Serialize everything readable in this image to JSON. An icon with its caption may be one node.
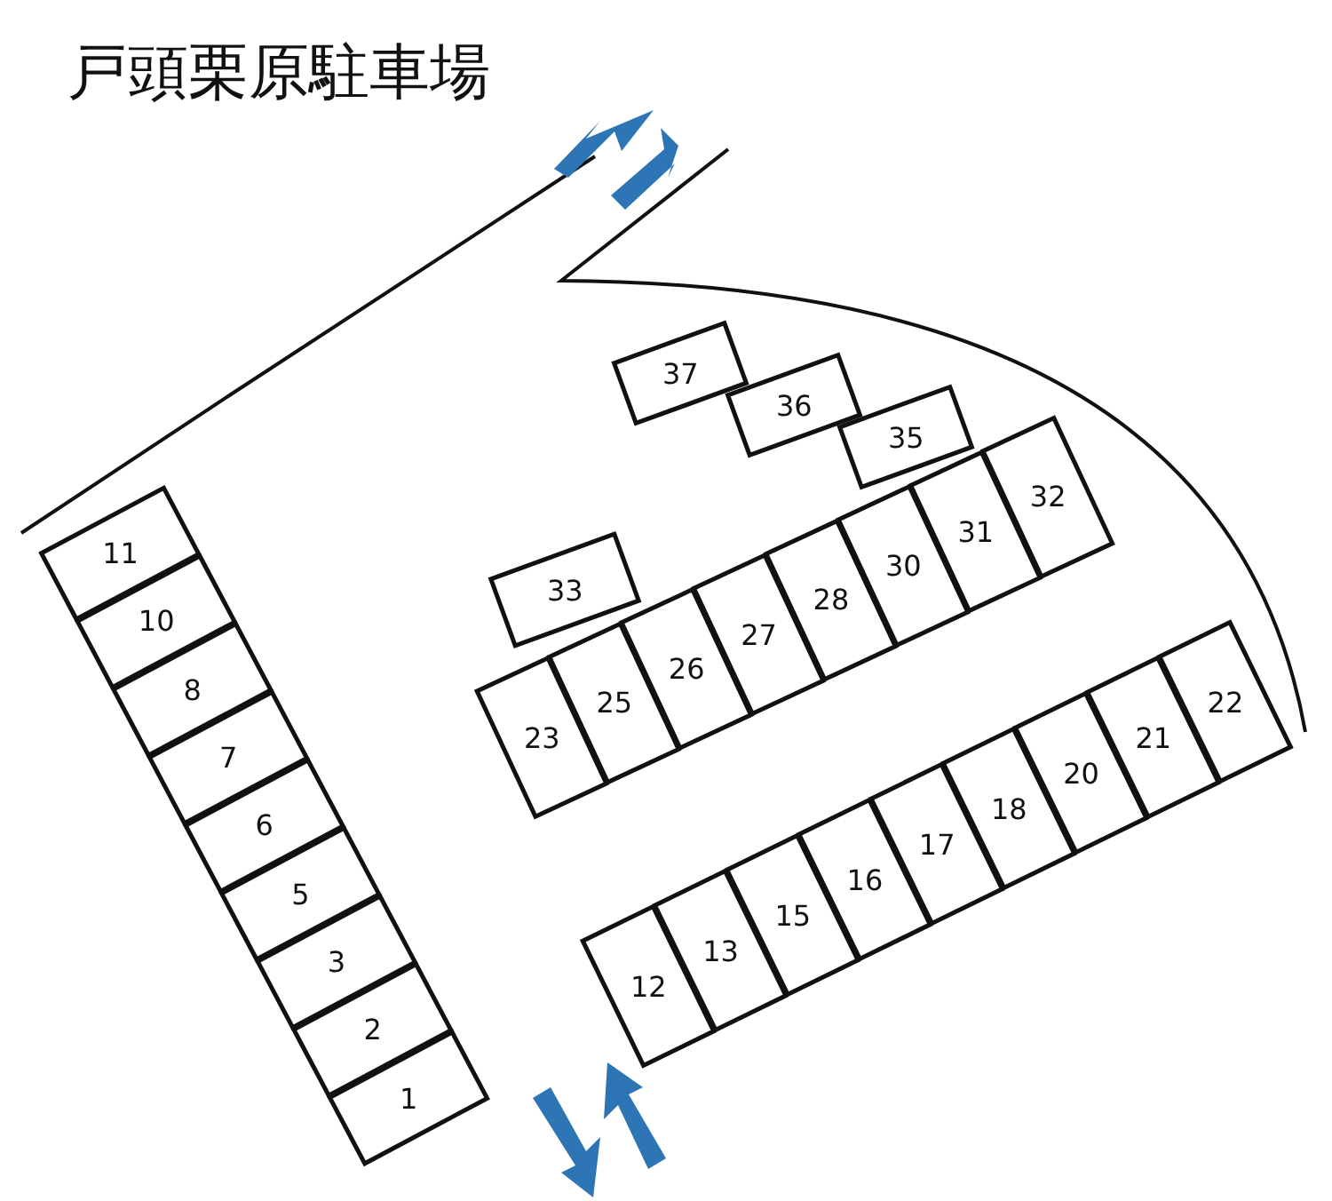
{
  "diagram": {
    "title": "戸頭栗原駐車場",
    "nodes": [
      {
        "text": [
          "1"
        ]
      },
      {
        "text": [
          "2"
        ]
      },
      {
        "text": [
          "3"
        ]
      },
      {
        "text": [
          "5"
        ]
      },
      {
        "text": [
          "6"
        ]
      },
      {
        "text": [
          "7"
        ]
      },
      {
        "text": [
          "8"
        ]
      },
      {
        "text": [
          "10"
        ]
      },
      {
        "text": [
          "11"
        ]
      },
      {
        "text": [
          "12"
        ]
      },
      {
        "text": [
          "13"
        ]
      },
      {
        "text": [
          "15"
        ]
      },
      {
        "text": [
          "16"
        ]
      },
      {
        "text": [
          "17"
        ]
      },
      {
        "text": [
          "18"
        ]
      },
      {
        "text": [
          "20"
        ]
      },
      {
        "text": [
          "21"
        ]
      },
      {
        "text": [
          "22"
        ]
      },
      {
        "text": [
          "23"
        ]
      },
      {
        "text": [
          "25"
        ]
      },
      {
        "text": [
          "26"
        ]
      },
      {
        "text": [
          "27"
        ]
      },
      {
        "text": [
          "28"
        ]
      },
      {
        "text": [
          "30"
        ]
      },
      {
        "text": [
          "31"
        ]
      },
      {
        "text": [
          "32"
        ]
      },
      {
        "text": [
          "33"
        ]
      },
      {
        "text": [
          "35"
        ]
      },
      {
        "text": [
          "36"
        ]
      },
      {
        "text": [
          "37"
        ]
      }
    ]
  }
}
